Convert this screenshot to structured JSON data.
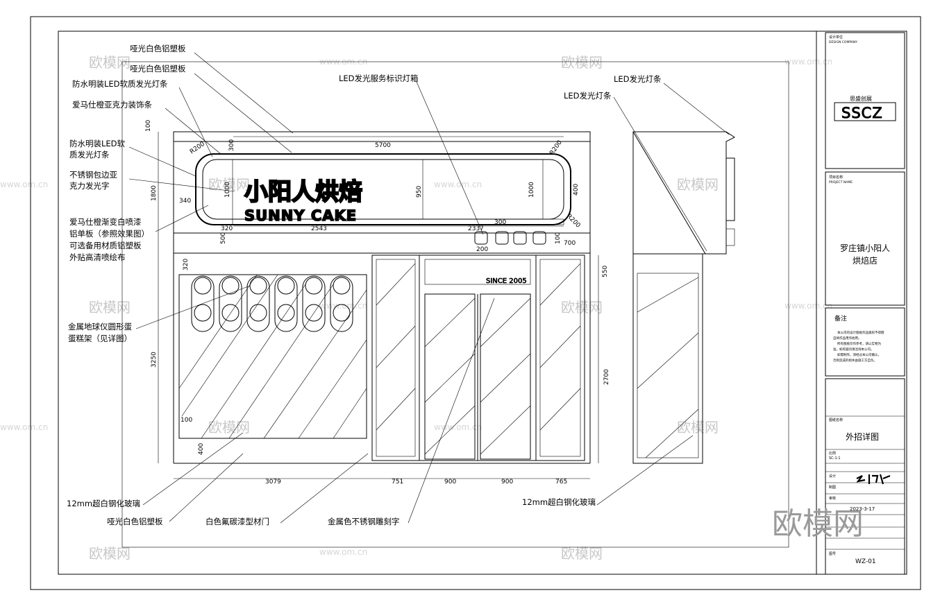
{
  "annotations": {
    "matte_white_panel_1": "哑光白色铝塑板",
    "matte_white_panel_2": "哑光白色铝塑板",
    "waterproof_led_strip_1": "防水明装LED软质发光灯条",
    "hermes_acrylic_strip": "爱马仕橙亚克力装饰条",
    "waterproof_led_line1": "防水明装LED软",
    "waterproof_led_line2": "质发光灯条",
    "steel_acrylic_line1": "不锈钢包边亚",
    "steel_acrylic_line2": "克力发光字",
    "hermes_gradient_line1": "爱马仕橙渐变白喷漆",
    "hermes_gradient_line2": "铝单板（参照效果图）",
    "hermes_gradient_line3": "可选备用材质铝塑板",
    "hermes_gradient_line4": "外贴高清喷绘布",
    "globe_rack_line1": "金属地球仪圆形蛋",
    "globe_rack_line2": "蛋糕架（见详图）",
    "led_service_box": "LED发光服务标识灯箱",
    "led_strip_a": "LED发光灯条",
    "led_strip_b": "LED发光灯条",
    "glass_left": "12mm超白钢化玻璃",
    "matte_white_bottom": "哑光白色铝塑板",
    "white_door": "白色氟碳漆型材门",
    "steel_engraved": "金属色不锈钢雕刻字",
    "glass_right": "12mm超白钢化玻璃"
  },
  "sign": {
    "cn_name": "小阳人烘焙",
    "en_name": "SUNNY CAKE",
    "since": "SINCE 2005"
  },
  "dimensions": {
    "d100": "100",
    "d1800": "1800",
    "d300": "300",
    "d5700": "5700",
    "dR200_a": "R200",
    "dR200_b": "R200",
    "dR200_c": "R200",
    "d1000_a": "1000",
    "d950": "950",
    "d1000_b": "1000",
    "d400": "400",
    "d340": "340",
    "d320_a": "320",
    "d2543": "2543",
    "d2337": "2337",
    "d300_b": "300",
    "d500": "500",
    "d200": "200",
    "d100_b": "100",
    "d700": "700",
    "d320_b": "320",
    "d550": "550",
    "d3250": "3250",
    "d2700": "2700",
    "d100_c": "100",
    "d400_b": "400",
    "d3079": "3079",
    "d751": "751",
    "d900_a": "900",
    "d900_b": "900",
    "d765": "765"
  },
  "title_block": {
    "design_unit": "设计单位",
    "design_company": "DESIGN COMPANY",
    "logo_cn": "思盛创展",
    "logo": "SSCZ",
    "project_label": "项目名称",
    "project_label_en": "PROJECT NAME",
    "project_name_1": "罗庄镇小阳人",
    "project_name_2": "烘焙店",
    "notes_title": "备注",
    "notes_1": "本公司的设计图纸作品版权不得擅",
    "notes_2": "自将作品用作他用。",
    "notes_3": "所有图纸仅作参考，请以实物为",
    "notes_4": "准，如有疑问请洽询本公司。",
    "notes_5": "如需制作，须经过本公司确认，",
    "notes_6": "否则造成的损失由施工方自负。",
    "drawing_label": "图纸名称",
    "drawing_title": "外招详图",
    "scale_label": "比例",
    "scale_value": "SC-1:1",
    "designer_label": "设计",
    "drafter_label": "制图",
    "check_label": "审核",
    "date_value": "2023-3-17",
    "sheet_label": "图号",
    "sheet_no": "WZ-01"
  },
  "watermarks": {
    "brand": "欧模网",
    "url": "www.om.cn",
    "big": "欧模网"
  }
}
